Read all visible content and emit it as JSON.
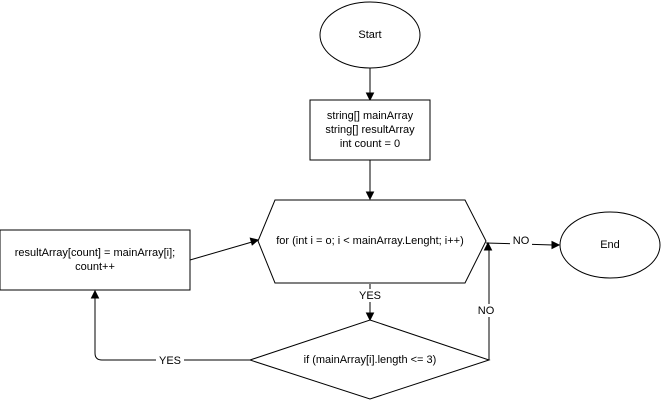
{
  "flowchart": {
    "start_label": "Start",
    "declarations": [
      "string[] mainArray",
      "string[] resultArray",
      "int count = 0"
    ],
    "loop_label": "for (int i = o; i < mainArray.Lenght; i++)",
    "condition_label": "if (mainArray[i].length <= 3)",
    "assignment": [
      "resultArray[count] = mainArray[i];",
      "count++"
    ],
    "end_label": "End",
    "edges": {
      "loop_no": "NO",
      "loop_yes": "YES",
      "condition_yes": "YES",
      "condition_no": "NO"
    }
  },
  "colors": {
    "stroke": "#000000",
    "fill": "#ffffff",
    "text": "#000000"
  }
}
